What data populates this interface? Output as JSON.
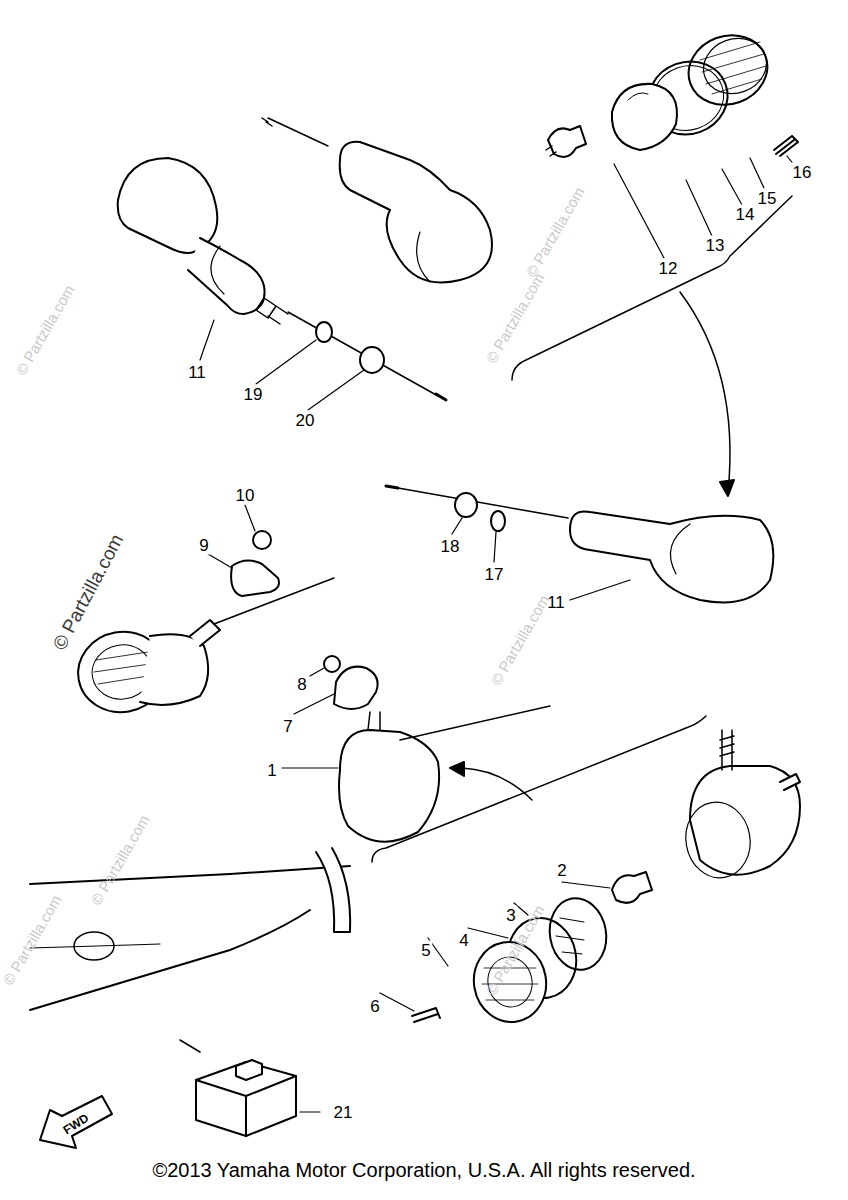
{
  "diagram": {
    "caption": "©2013 Yamaha Motor Corporation, U.S.A. All rights reserved.",
    "labels": [
      "16",
      "15",
      "14",
      "13",
      "12",
      "11",
      "19",
      "20",
      "10",
      "9",
      "18",
      "17",
      "11",
      "8",
      "7",
      "1",
      "2",
      "3",
      "4",
      "5",
      "6",
      "21",
      "FWD",
      "© Partzilla.com",
      "© Partzilla.com",
      "© Partzilla.com",
      "© Partzilla.com",
      "© Partzilla.com",
      "© Partzilla.com",
      "© Partzilla.com",
      "© Partzilla.com"
    ]
  }
}
